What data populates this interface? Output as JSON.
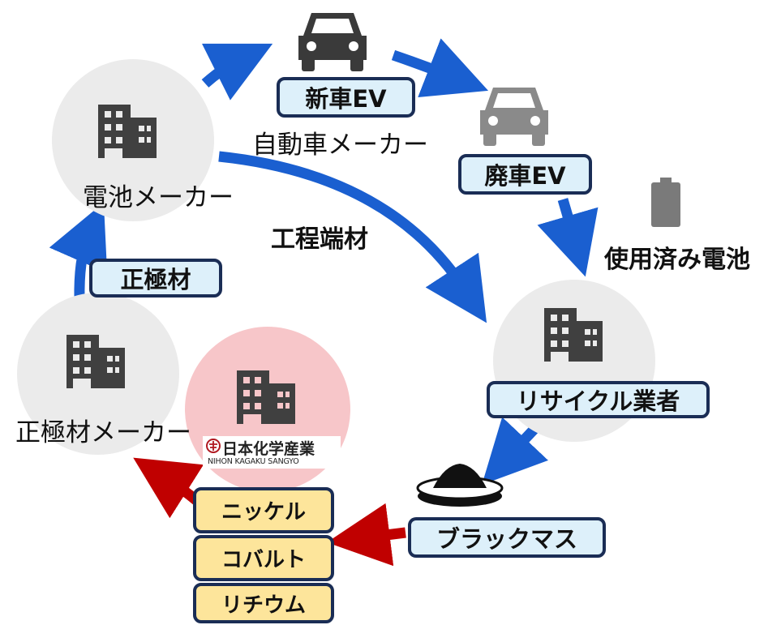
{
  "nodes": {
    "battery_maker": "電池メーカー",
    "car_maker": "自動車メーカー",
    "cathode_maker": "正極材メーカー",
    "recycler": "リサイクル業者"
  },
  "tags": {
    "new_ev": "新車EV",
    "scrap_ev": "廃車EV",
    "cathode": "正極材",
    "black_mass": "ブラックマス"
  },
  "labels": {
    "process_scrap": "工程端材",
    "used_battery": "使用済み電池"
  },
  "metals": [
    "ニッケル",
    "コバルト",
    "リチウム"
  ],
  "logo": {
    "name_jp": "日本化学産業",
    "name_en": "NIHON KAGAKU SANGYO"
  },
  "colors": {
    "blue_arrow": "#1a5fd0",
    "red_arrow": "#c00000",
    "tag_fill": "#ddf0fa",
    "metal_fill": "#fde59b",
    "border": "#1a2d55",
    "node_circle": "#ebebeb",
    "highlight_circle": "#f7c6c9"
  },
  "icons": {
    "factory": "factory-building-icon",
    "car_new": "car-icon",
    "car_scrap": "car-icon",
    "battery": "battery-icon",
    "black_mass": "black-mass-dish-icon"
  }
}
